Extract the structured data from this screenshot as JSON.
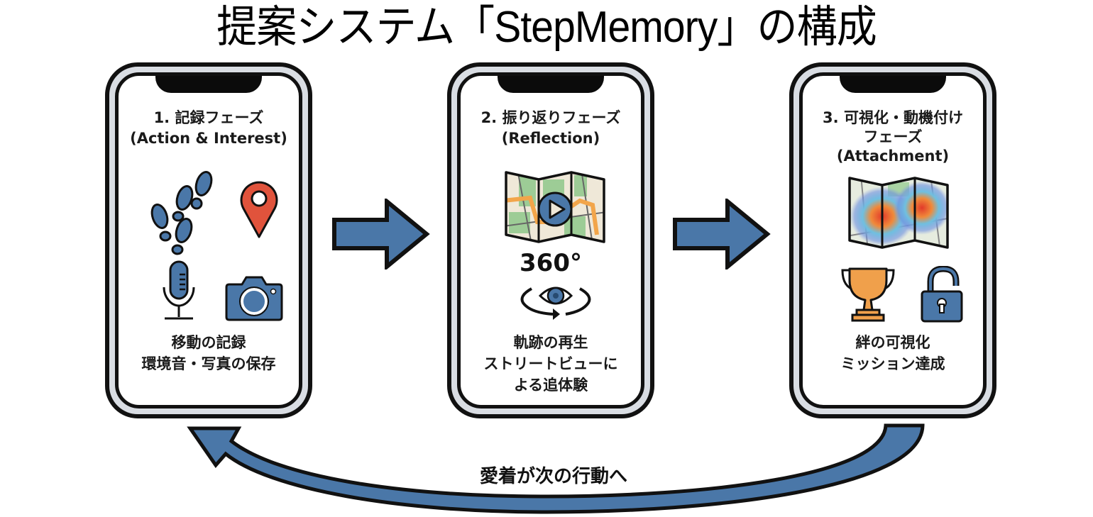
{
  "title": "提案システム「StepMemory」の構成",
  "colors": {
    "accent_blue": "#4a77a8",
    "pin_red": "#e0533c",
    "trophy_orange": "#f0a04b",
    "map_green": "#9dcc96",
    "map_beige": "#efe8d8",
    "route_orange": "#f2a54a",
    "frame_gray": "#d9dde3"
  },
  "phases": [
    {
      "title_line1": "1. 記録フェーズ",
      "title_line2": "(Action & Interest)",
      "icons": [
        "footprints-icon",
        "location-pin-icon",
        "microphone-icon",
        "camera-icon"
      ],
      "desc_line1": "移動の記録",
      "desc_line2": "環境音・写真の保存"
    },
    {
      "title_line1": "2. 振り返りフェーズ",
      "title_line2": "(Reflection)",
      "icons": [
        "map-play-icon",
        "360-view-eye-icon"
      ],
      "view_label": "360°",
      "desc_line1": "軌跡の再生",
      "desc_line2": "ストリートビューに",
      "desc_line3": "よる追体験"
    },
    {
      "title_line1": "3. 可視化・動機付け",
      "title_line2": "フェーズ",
      "title_line3": "(Attachment)",
      "icons": [
        "heatmap-icon",
        "trophy-icon",
        "unlock-icon"
      ],
      "desc_line1": "絆の可視化",
      "desc_line2": "ミッション達成"
    }
  ],
  "loop": {
    "label": "愛着が次の行動へ"
  }
}
